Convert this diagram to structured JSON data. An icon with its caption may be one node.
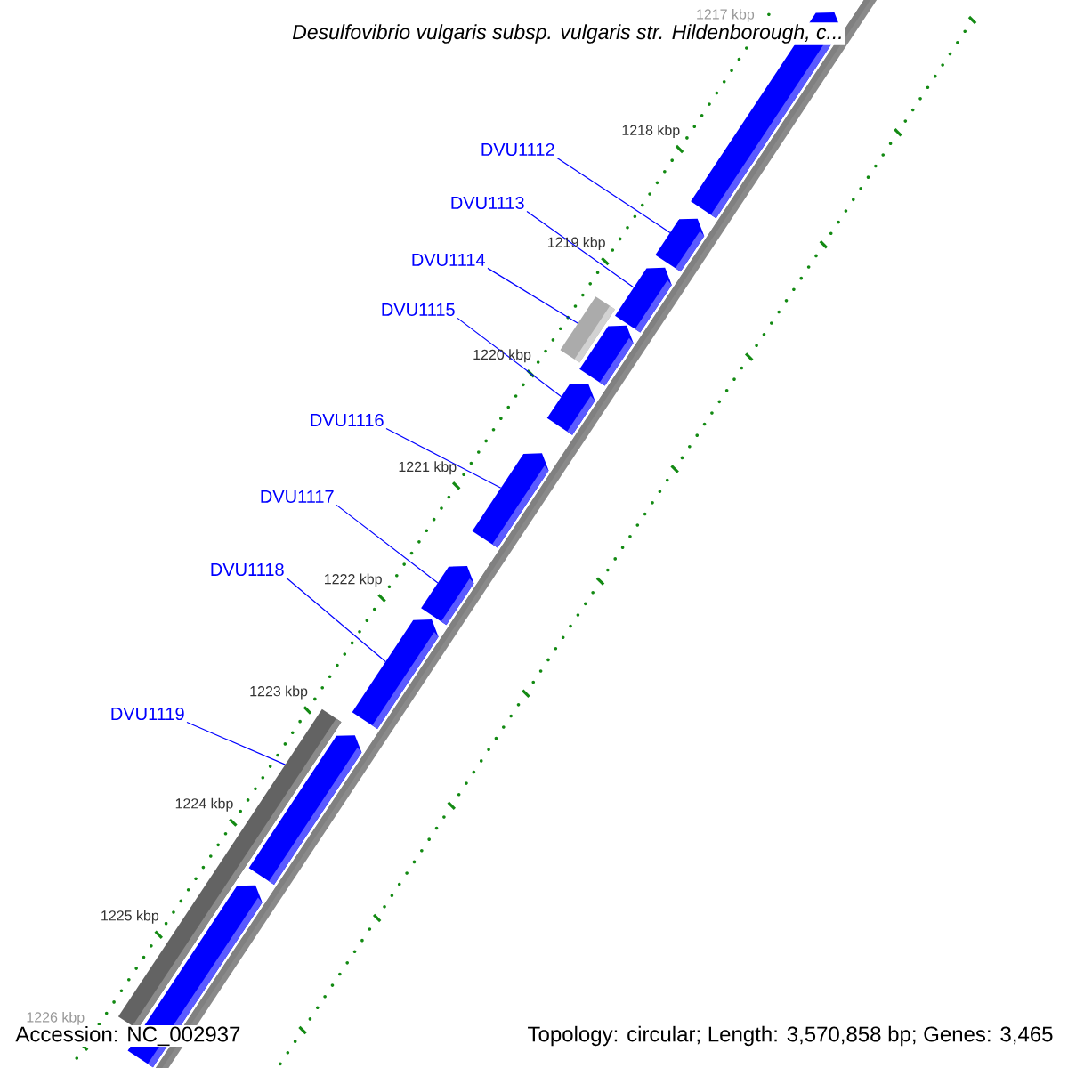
{
  "diagram": {
    "title": "Desulfovibrio vulgaris subsp. vulgaris str. Hildenborough, c...",
    "nodes": [
      {
        "text": [
          "DVU1112"
        ]
      },
      {
        "text": [
          "DVU1113"
        ]
      },
      {
        "text": [
          "DVU1114"
        ]
      },
      {
        "text": [
          "DVU1115"
        ]
      },
      {
        "text": [
          "DVU1116"
        ]
      },
      {
        "text": [
          "DVU1117"
        ]
      },
      {
        "text": [
          "DVU1118"
        ]
      },
      {
        "text": [
          "DVU1119"
        ]
      },
      {
        "text": [],
        "shape": "pentagon"
      },
      {
        "text": [],
        "shape": "pentagon"
      },
      {
        "text": [],
        "shape": "pentagon"
      },
      {
        "text": [],
        "shape": "bar"
      },
      {
        "text": [],
        "shape": "pentagon"
      },
      {
        "text": [],
        "shape": "pentagon"
      },
      {
        "text": [],
        "shape": "pentagon"
      },
      {
        "text": [],
        "shape": "pentagon"
      },
      {
        "text": [],
        "shape": "pentagon"
      },
      {
        "text": [],
        "shape": "bar"
      },
      {
        "text": [],
        "shape": "pentagon"
      },
      {
        "text": [],
        "shape": "pentagon"
      }
    ],
    "edges": [
      {
        "from": 0,
        "to": 9,
        "arrow": "none"
      },
      {
        "from": 1,
        "to": 10,
        "arrow": "none"
      },
      {
        "from": 2,
        "to": 11,
        "arrow": "none"
      },
      {
        "from": 3,
        "to": 13,
        "arrow": "none"
      },
      {
        "from": 4,
        "to": 14,
        "arrow": "none"
      },
      {
        "from": 5,
        "to": 15,
        "arrow": "none"
      },
      {
        "from": 6,
        "to": 16,
        "arrow": "none"
      },
      {
        "from": 7,
        "to": 17,
        "arrow": "none"
      }
    ],
    "labels": [
      "1217 kbp",
      "1218 kbp",
      "1219 kbp",
      "1220 kbp",
      "1221 kbp",
      "1222 kbp",
      "1223 kbp",
      "1224 kbp",
      "1225 kbp",
      "1226 kbp",
      "Accession: NC_002937",
      "Topology: circular; Length: 3,570,858 bp; Genes: 3,465"
    ]
  }
}
